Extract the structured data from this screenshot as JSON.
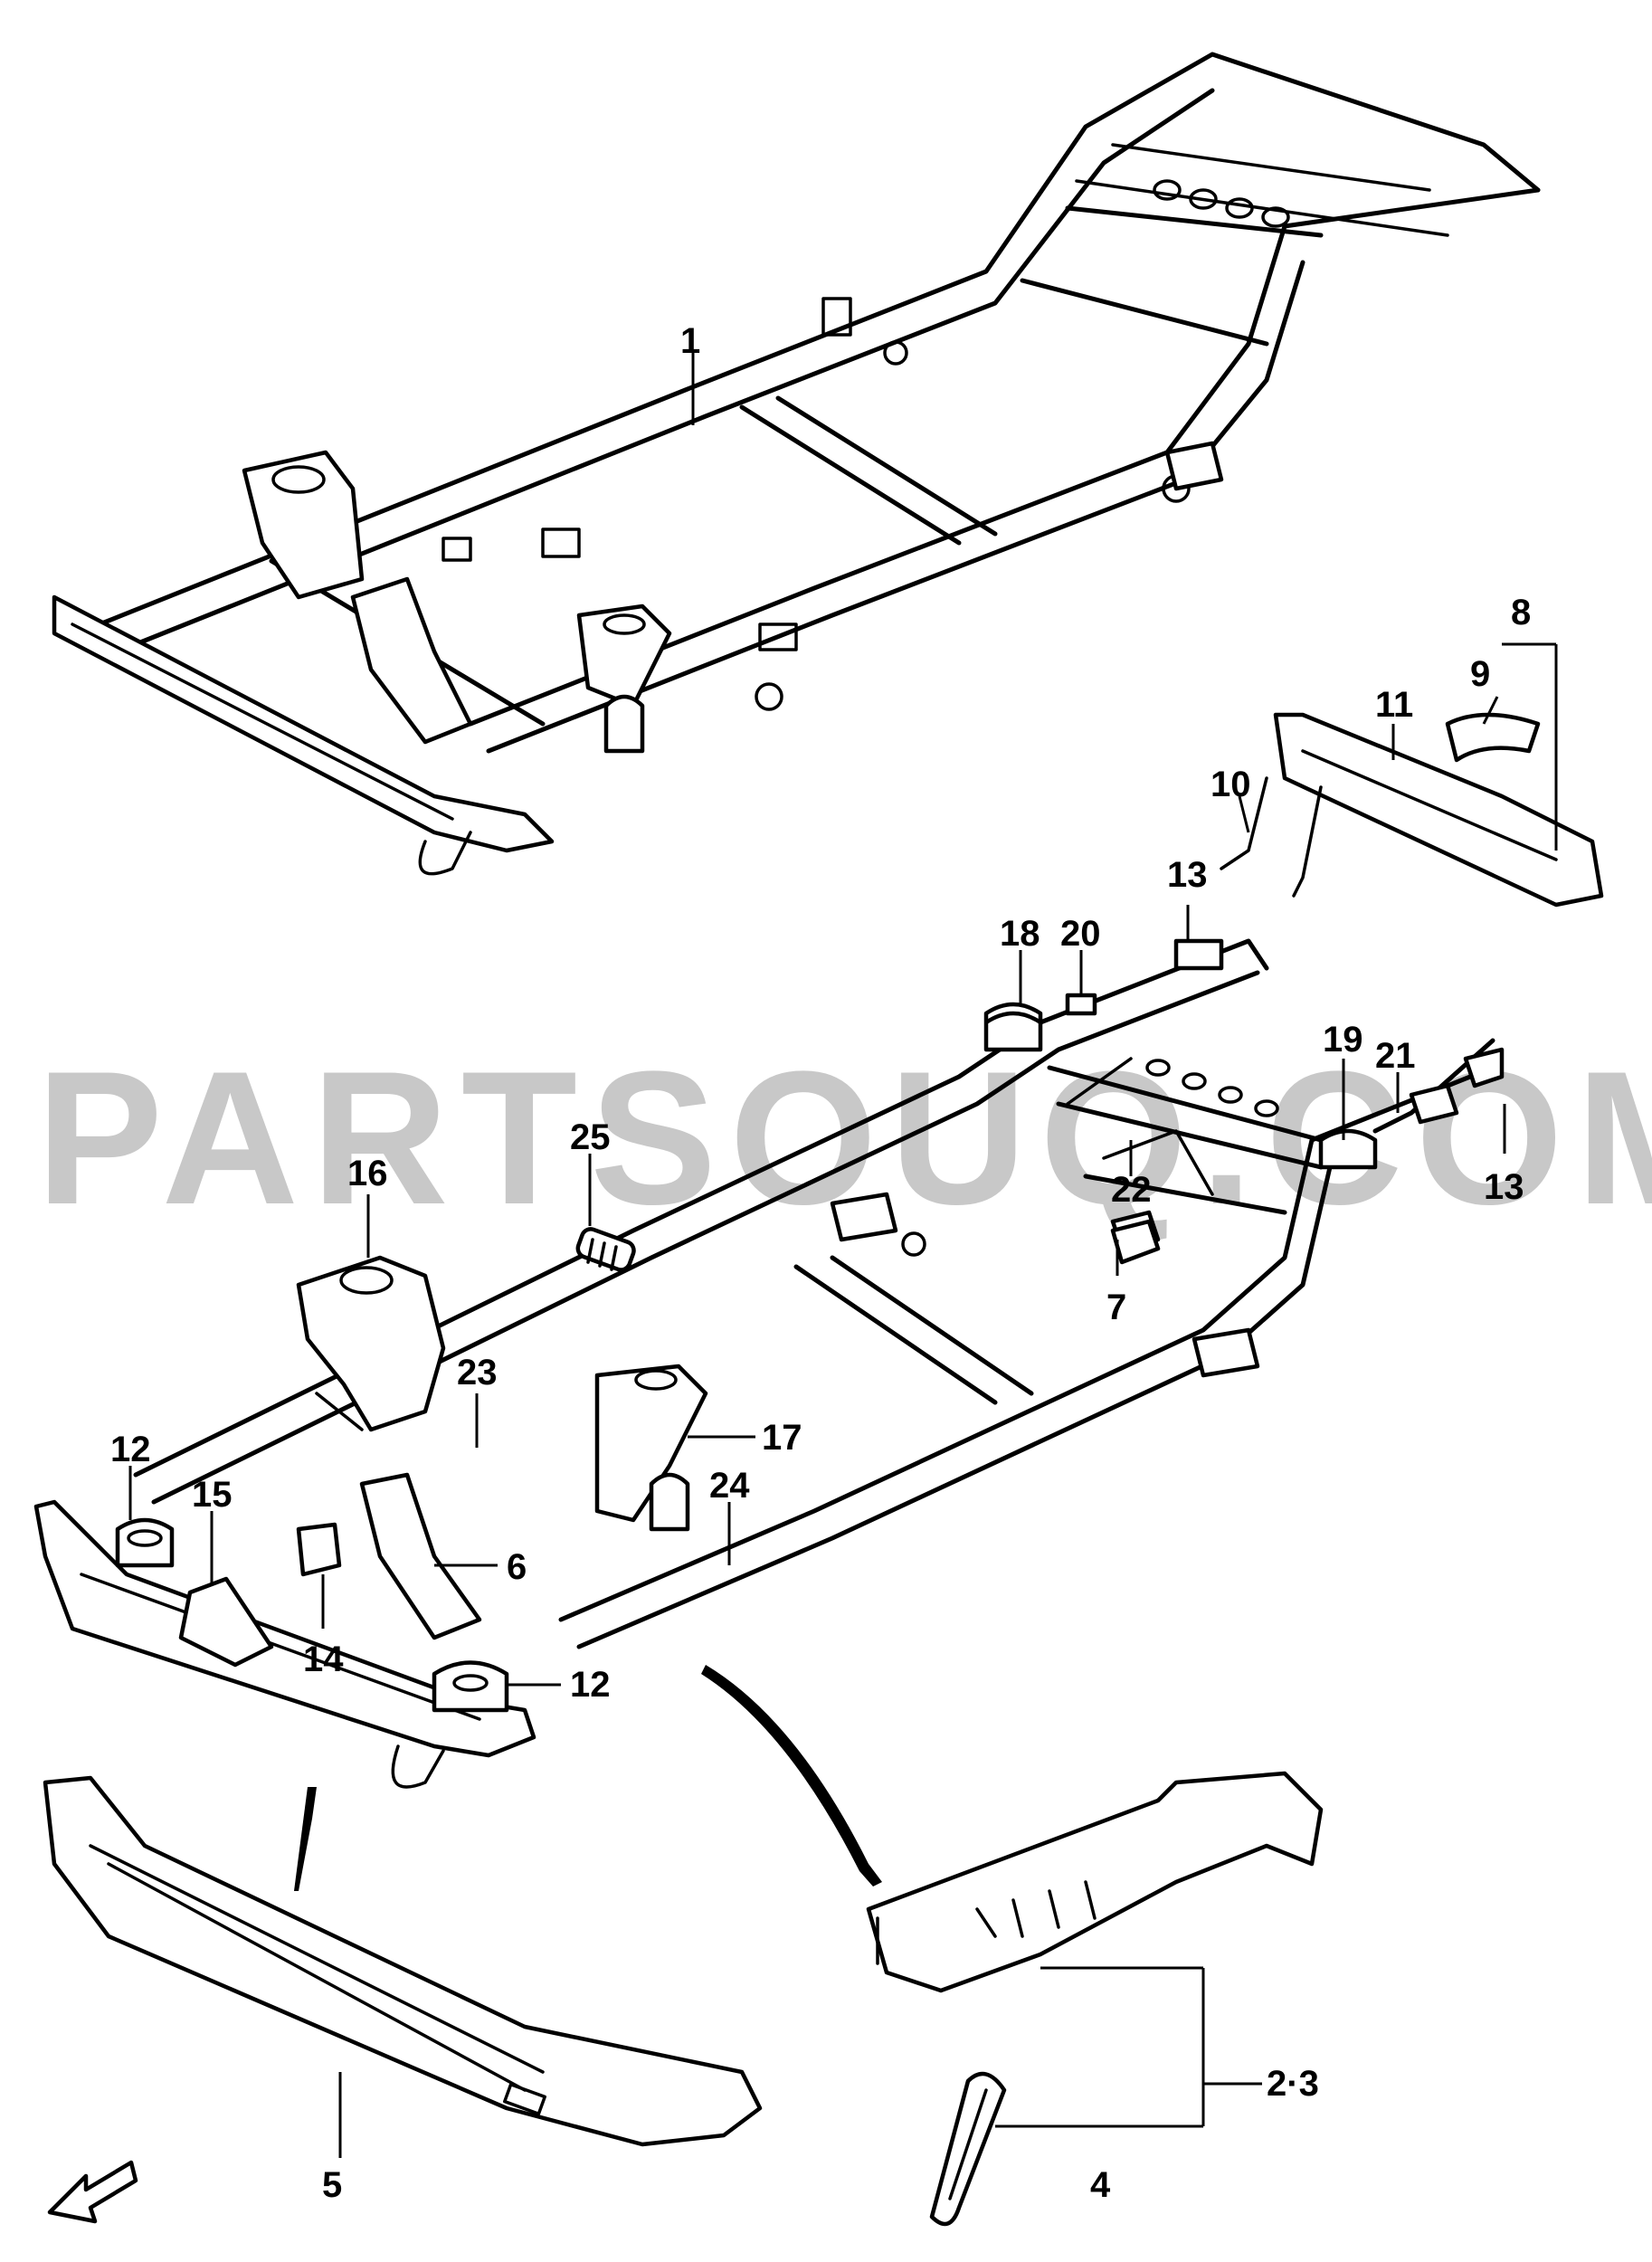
{
  "watermark": {
    "text": "PARTSOUQ.COM",
    "color": "#c8c8c8"
  },
  "colors": {
    "line": "#000000",
    "background": "#ffffff"
  },
  "callouts": [
    {
      "id": "c1",
      "text": "1"
    },
    {
      "id": "c8",
      "text": "8"
    },
    {
      "id": "c9",
      "text": "9"
    },
    {
      "id": "c11",
      "text": "11"
    },
    {
      "id": "c10",
      "text": "10"
    },
    {
      "id": "c13a",
      "text": "13"
    },
    {
      "id": "c18",
      "text": "18"
    },
    {
      "id": "c20",
      "text": "20"
    },
    {
      "id": "c19",
      "text": "19"
    },
    {
      "id": "c21",
      "text": "21"
    },
    {
      "id": "c13b",
      "text": "13"
    },
    {
      "id": "c25",
      "text": "25"
    },
    {
      "id": "c16",
      "text": "16"
    },
    {
      "id": "c22",
      "text": "22"
    },
    {
      "id": "c7",
      "text": "7"
    },
    {
      "id": "c23",
      "text": "23"
    },
    {
      "id": "c17",
      "text": "17"
    },
    {
      "id": "c12a",
      "text": "12"
    },
    {
      "id": "c15",
      "text": "15"
    },
    {
      "id": "c24",
      "text": "24"
    },
    {
      "id": "c6",
      "text": "6"
    },
    {
      "id": "c14",
      "text": "14"
    },
    {
      "id": "c12b",
      "text": "12"
    },
    {
      "id": "c23b",
      "text": "2·3"
    },
    {
      "id": "c4",
      "text": "4"
    },
    {
      "id": "c5",
      "text": "5"
    }
  ],
  "icons": {
    "orientation_arrow": "front-direction-arrow-icon"
  }
}
